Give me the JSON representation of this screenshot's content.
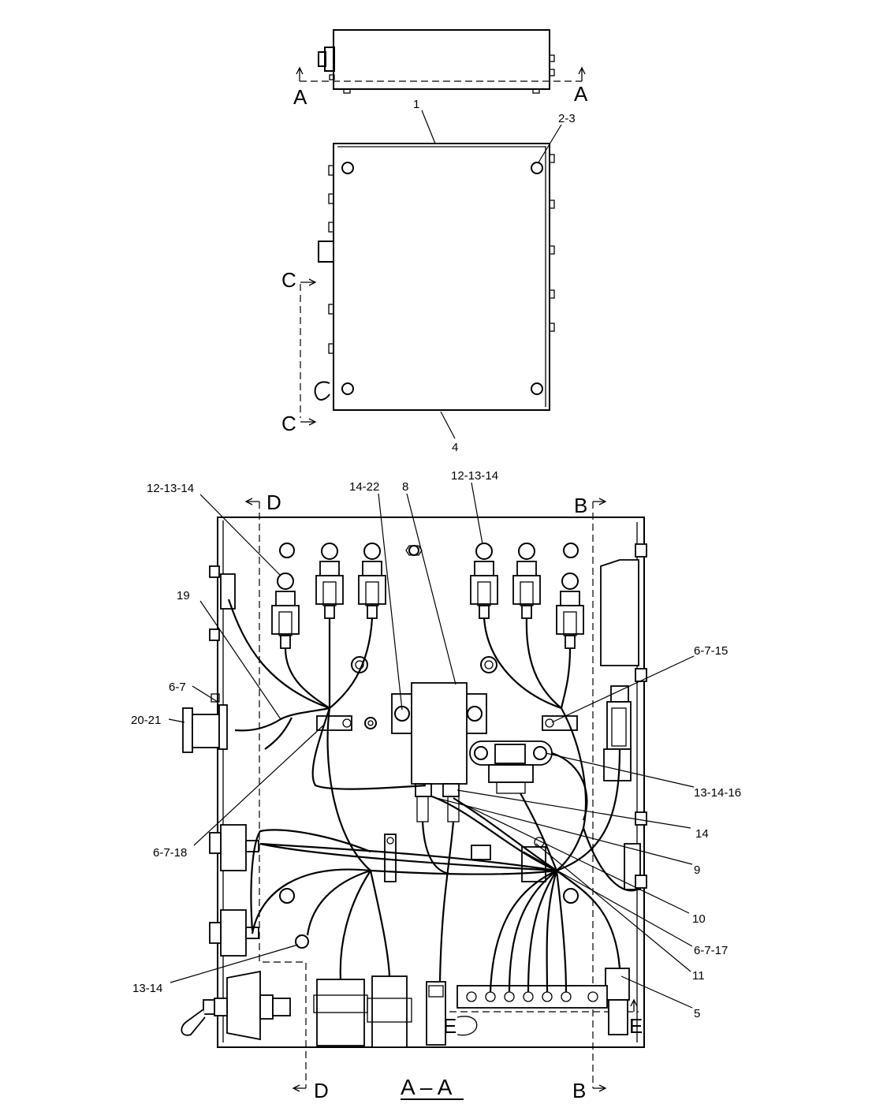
{
  "top_view": {
    "section_marks": [
      "A",
      "A"
    ]
  },
  "front_view": {
    "callouts": [
      "1",
      "2-3",
      "4"
    ],
    "section_marks": [
      "C",
      "C"
    ]
  },
  "section_view": {
    "title": "A – A",
    "section_marks": [
      "D",
      "D",
      "B",
      "B",
      "E",
      "E"
    ],
    "callouts": [
      "12-13-14",
      "14-22",
      "8",
      "12-13-14",
      "19",
      "6-7",
      "20-21",
      "6-7-18",
      "13-14",
      "6-7-15",
      "13-14-16",
      "14",
      "9",
      "10",
      "6-7-17",
      "11",
      "5"
    ]
  }
}
